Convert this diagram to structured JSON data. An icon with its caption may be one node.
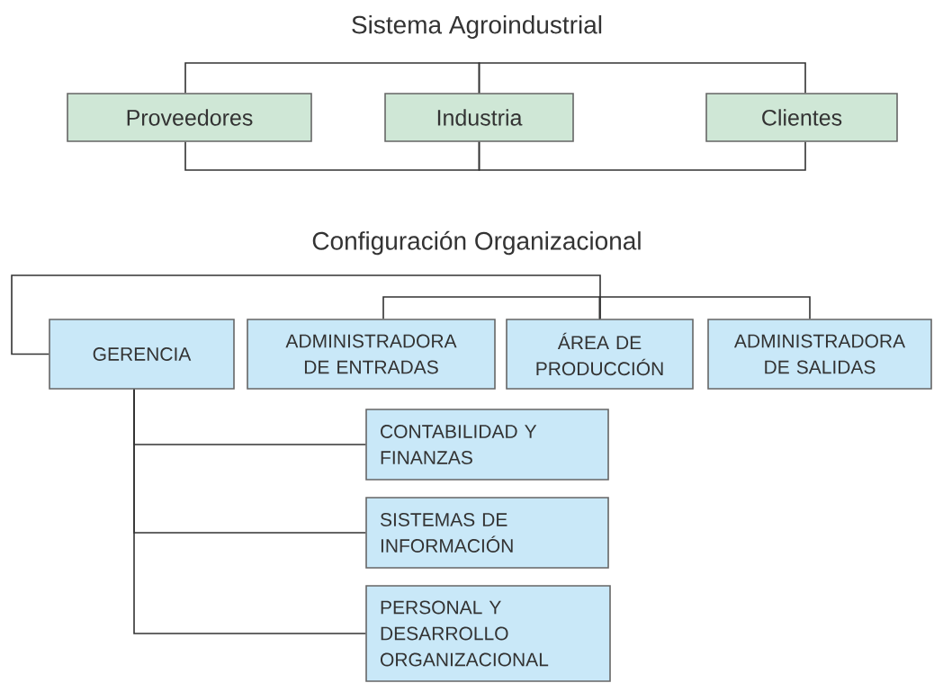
{
  "diagram": {
    "title": "Sistema Agroindustrial",
    "nodes": [
      {
        "text": [
          "Proveedores"
        ]
      },
      {
        "text": [
          "Industria"
        ]
      },
      {
        "text": [
          "Clientes"
        ]
      },
      {
        "text": [
          "GERENCIA"
        ]
      },
      {
        "text": [
          "ADMINISTRADORA DE ENTRADAS"
        ]
      },
      {
        "text": [
          "ÁREA DE PRODUCCIÓN"
        ]
      },
      {
        "text": [
          "ADMINISTRADORA DE SALIDAS"
        ]
      },
      {
        "text": [
          "CONTABILIDAD Y FINANZAS"
        ]
      },
      {
        "text": [
          "SISTEMAS DE INFORMACIÓN"
        ]
      },
      {
        "text": [
          "PERSONAL Y DESARROLLO ORGANIZACIONAL"
        ]
      }
    ],
    "edges": [
      {
        "from": 1,
        "to": 0,
        "arrow": "none"
      },
      {
        "from": 1,
        "to": 2,
        "arrow": "none"
      },
      {
        "from": 1,
        "to": 0,
        "arrow": "none"
      },
      {
        "from": 1,
        "to": 2,
        "arrow": "none"
      },
      {
        "from": 3,
        "to": 5,
        "arrow": "none"
      },
      {
        "from": 5,
        "to": 4,
        "arrow": "none"
      },
      {
        "from": 5,
        "to": 6,
        "arrow": "none"
      },
      {
        "from": 3,
        "to": 7,
        "arrow": "none"
      },
      {
        "from": 3,
        "to": 8,
        "arrow": "none"
      },
      {
        "from": 3,
        "to": 9,
        "arrow": "none"
      }
    ],
    "labels": [
      "Configuración Organizacional"
    ]
  }
}
